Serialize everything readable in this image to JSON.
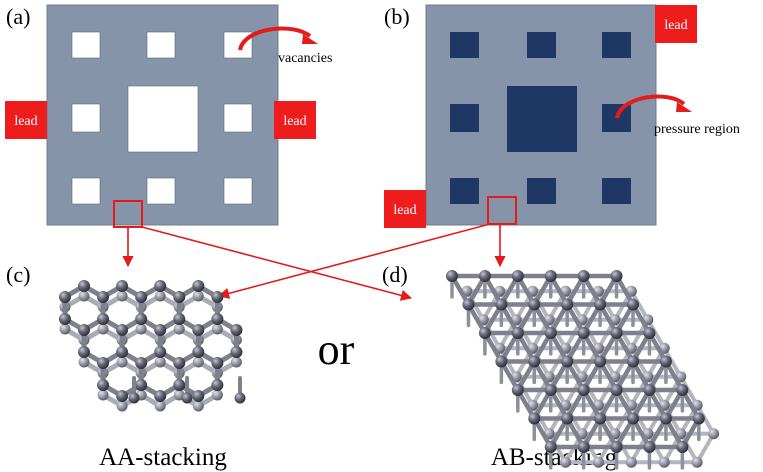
{
  "panels": {
    "a": {
      "label": "(a)",
      "lead_left": "lead",
      "lead_right": "lead",
      "annotation": "vacancies"
    },
    "b": {
      "label": "(b)",
      "lead_top": "lead",
      "lead_bottom": "lead",
      "annotation": "pressure region"
    },
    "c": {
      "label": "(c)",
      "caption": "AA-stacking"
    },
    "d": {
      "label": "(d)",
      "caption": "AB-stacking"
    }
  },
  "connector_word": "or",
  "colors": {
    "sheet": "#8594A9",
    "sheet_border": "#6f7d91",
    "hole_vacancy": "#ffffff",
    "hole_pressure": "#1E3764",
    "lead": "#EE1C1C",
    "arrow": "#E51A1A",
    "atom": "#5f6170",
    "bond": "#8a8c98"
  },
  "icons": {
    "annotation_arrow": "curved-arrow-icon",
    "selection": "selection-box-icon"
  }
}
